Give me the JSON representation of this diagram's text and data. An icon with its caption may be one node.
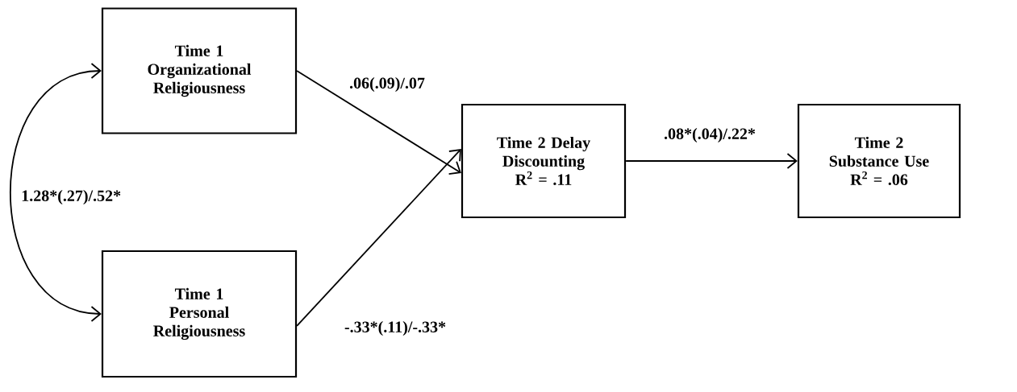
{
  "diagram": {
    "nodes": [
      {
        "text": [
          "Time 1",
          "Organizational Religiousness"
        ]
      },
      {
        "text": [
          "Time 1",
          "Personal Religiousness"
        ]
      },
      {
        "text": [
          "Time 2 Delay Discounting",
          "R$^{2}$ = .11"
        ]
      },
      {
        "text": [
          "Time 2",
          "Substance Use",
          "R$^{2}$ = .06"
        ]
      }
    ],
    "edges": [
      {
        "from": 0,
        "to": 2,
        "arrow": "to",
        "label": ".06(.09)/.07"
      },
      {
        "from": 1,
        "to": 2,
        "arrow": "to",
        "label": "-.33*(.11)/-.33*"
      },
      {
        "from": 2,
        "to": 3,
        "arrow": "to",
        "label": ".08*(.04)/.22*"
      },
      {
        "from": 0,
        "to": 1,
        "arrow": "both",
        "label": "1.28*(.27)/.52*"
      }
    ]
  }
}
